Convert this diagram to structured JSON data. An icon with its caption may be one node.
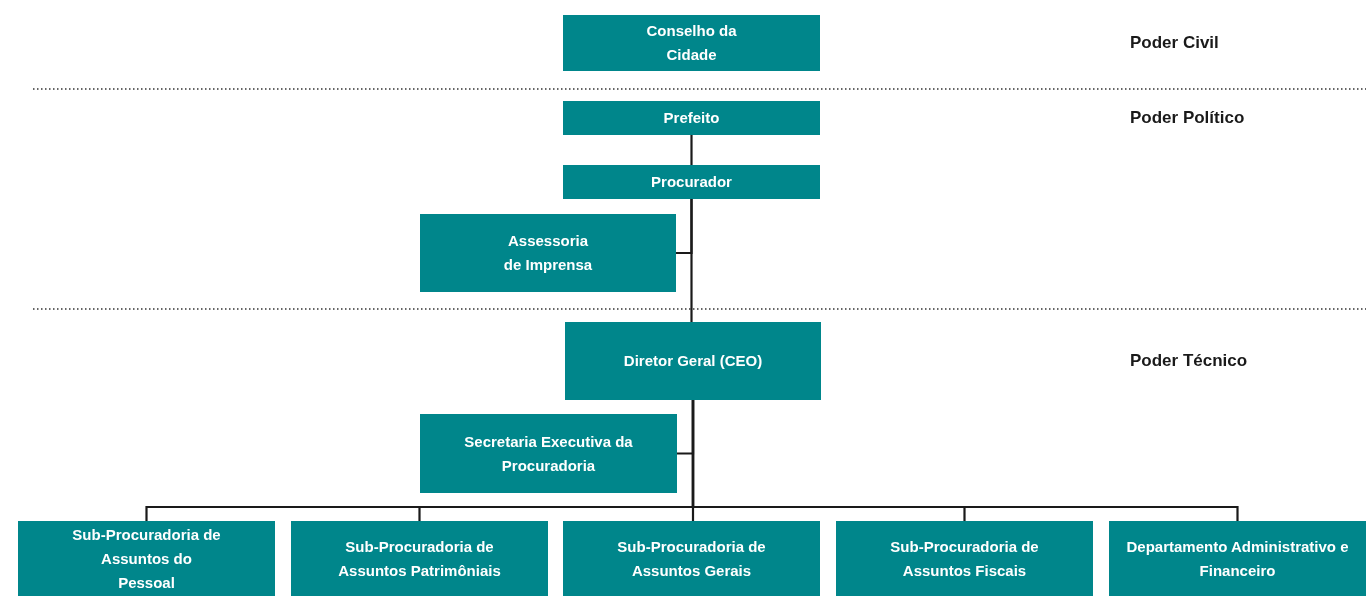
{
  "diagram": {
    "nodes": [
      {
        "text": [
          "Conselho da Cidade"
        ]
      },
      {
        "text": [
          "Prefeito"
        ]
      },
      {
        "text": [
          "Procurador"
        ]
      },
      {
        "text": [
          "Assessoria de Imprensa"
        ]
      },
      {
        "text": [
          "Diretor Geral (CEO)"
        ]
      },
      {
        "text": [
          "Secretaria Executiva da Procuradoria"
        ]
      },
      {
        "text": [
          "Sub-Procuradoria de Assuntos do Pessoal"
        ]
      },
      {
        "text": [
          "Sub-Procuradoria de Assuntos Patrimôniais"
        ]
      },
      {
        "text": [
          "Sub-Procuradoria de Assuntos Gerais"
        ]
      },
      {
        "text": [
          "Sub-Procuradoria de Assuntos Fiscais"
        ]
      },
      {
        "text": [
          "Departamento Administrativo e Financeiro"
        ]
      }
    ],
    "edges": [
      {
        "from": 1,
        "to": 2,
        "arrow": "none"
      },
      {
        "from": 2,
        "to": 3,
        "arrow": "none"
      },
      {
        "from": 2,
        "to": 4,
        "arrow": "none"
      },
      {
        "from": 4,
        "to": 5,
        "arrow": "none"
      },
      {
        "from": 4,
        "to": 6,
        "arrow": "none"
      },
      {
        "from": 4,
        "to": 7,
        "arrow": "none"
      },
      {
        "from": 4,
        "to": 8,
        "arrow": "none"
      },
      {
        "from": 4,
        "to": 9,
        "arrow": "none"
      },
      {
        "from": 4,
        "to": 10,
        "arrow": "none"
      }
    ],
    "labels": [
      "Poder Civil",
      "Poder Político",
      "Poder Técnico"
    ]
  }
}
